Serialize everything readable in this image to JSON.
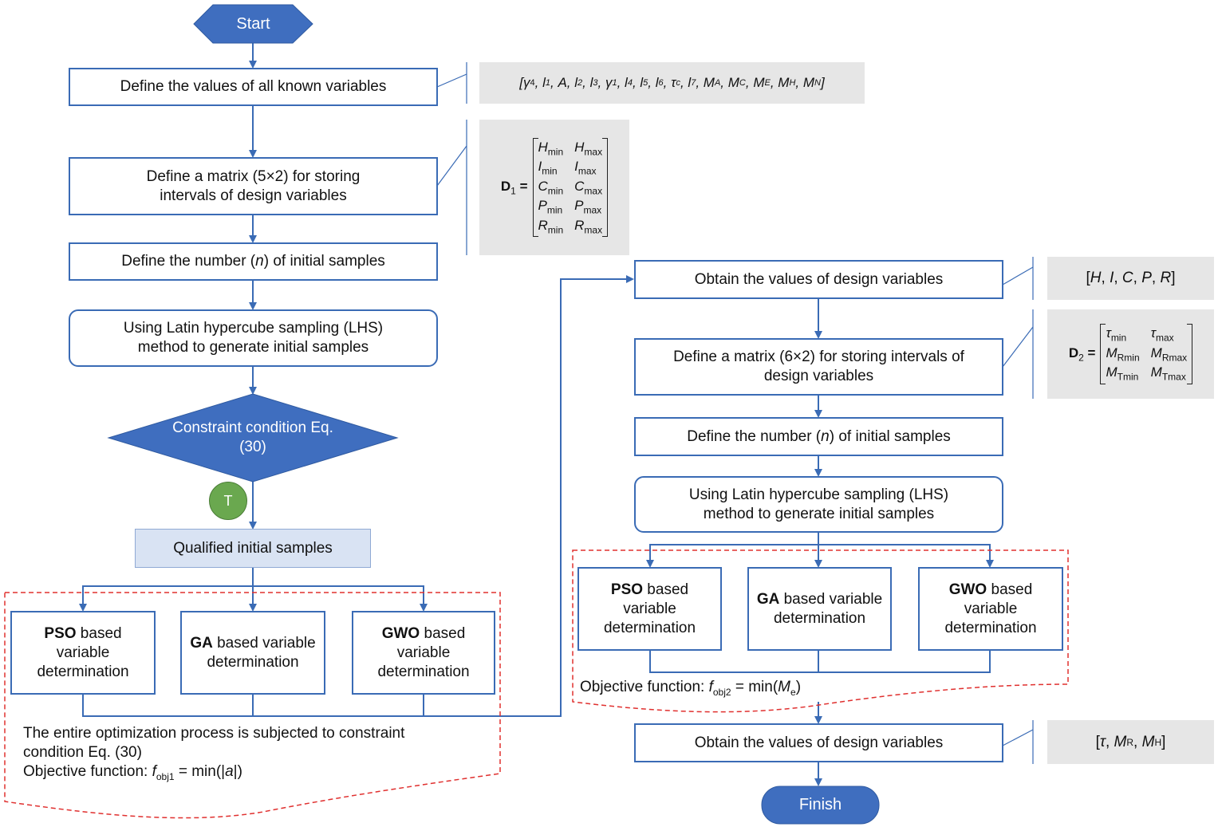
{
  "start": "Start",
  "finish": "Finish",
  "left": {
    "define_known": "Define the values of all known variables",
    "define_matrix": "Define a matrix (5×2) for storing intervals of design variables",
    "define_number": "Define the number (n) of initial samples",
    "lhs": "Using Latin hypercube sampling (LHS) method to generate initial samples",
    "constraint": "Constraint condition Eq. (30)",
    "true_label": "T",
    "qualified": "Qualified initial samples",
    "algos": [
      {
        "bold": "PSO",
        "rest": " based variable determination"
      },
      {
        "bold": "GA",
        "rest": " based variable determination"
      },
      {
        "bold": "GWO",
        "rest": " based variable determination"
      }
    ],
    "note_line1": "The entire optimization process is subjected to constraint",
    "note_line2": "condition Eq. (30)",
    "objective_prefix": "Objective function: ",
    "objective_f": "f",
    "objective_sub": "obj1",
    "objective_rest": " = min(|a|)",
    "known_vars": "[γ4, l1, A, l2, l3, γ1, l4, l5, l6, τc, l7, MA, MC, ME, MH, MN]",
    "matrix_label": "D1 =",
    "matrix_cells": [
      "Hmin",
      "Hmax",
      "Imin",
      "Imax",
      "Cmin",
      "Cmax",
      "Pmin",
      "Pmax",
      "Rmin",
      "Rmax"
    ]
  },
  "right": {
    "obtain1": "Obtain the values of design variables",
    "define_matrix": "Define a matrix (6×2) for storing intervals of design variables",
    "define_number": "Define the number (n) of initial samples",
    "lhs": "Using Latin hypercube sampling (LHS) method to generate initial samples",
    "algos": [
      {
        "bold": "PSO",
        "rest": " based variable determination"
      },
      {
        "bold": "GA",
        "rest": " based variable determination"
      },
      {
        "bold": "GWO",
        "rest": " based variable determination"
      }
    ],
    "objective_prefix": "Objective function: ",
    "objective_f": "f",
    "objective_sub": "obj2",
    "objective_rest": " = min(Me)",
    "obtain2": "Obtain the values of design variables",
    "vars1": "[H, I, C, P, R]",
    "matrix_label": "D2 =",
    "matrix_cells": [
      "τmin",
      "τmax",
      "MRmin",
      "MRmax",
      "MTmin",
      "MTmax"
    ],
    "vars2": "[τ, MR, MH]"
  }
}
